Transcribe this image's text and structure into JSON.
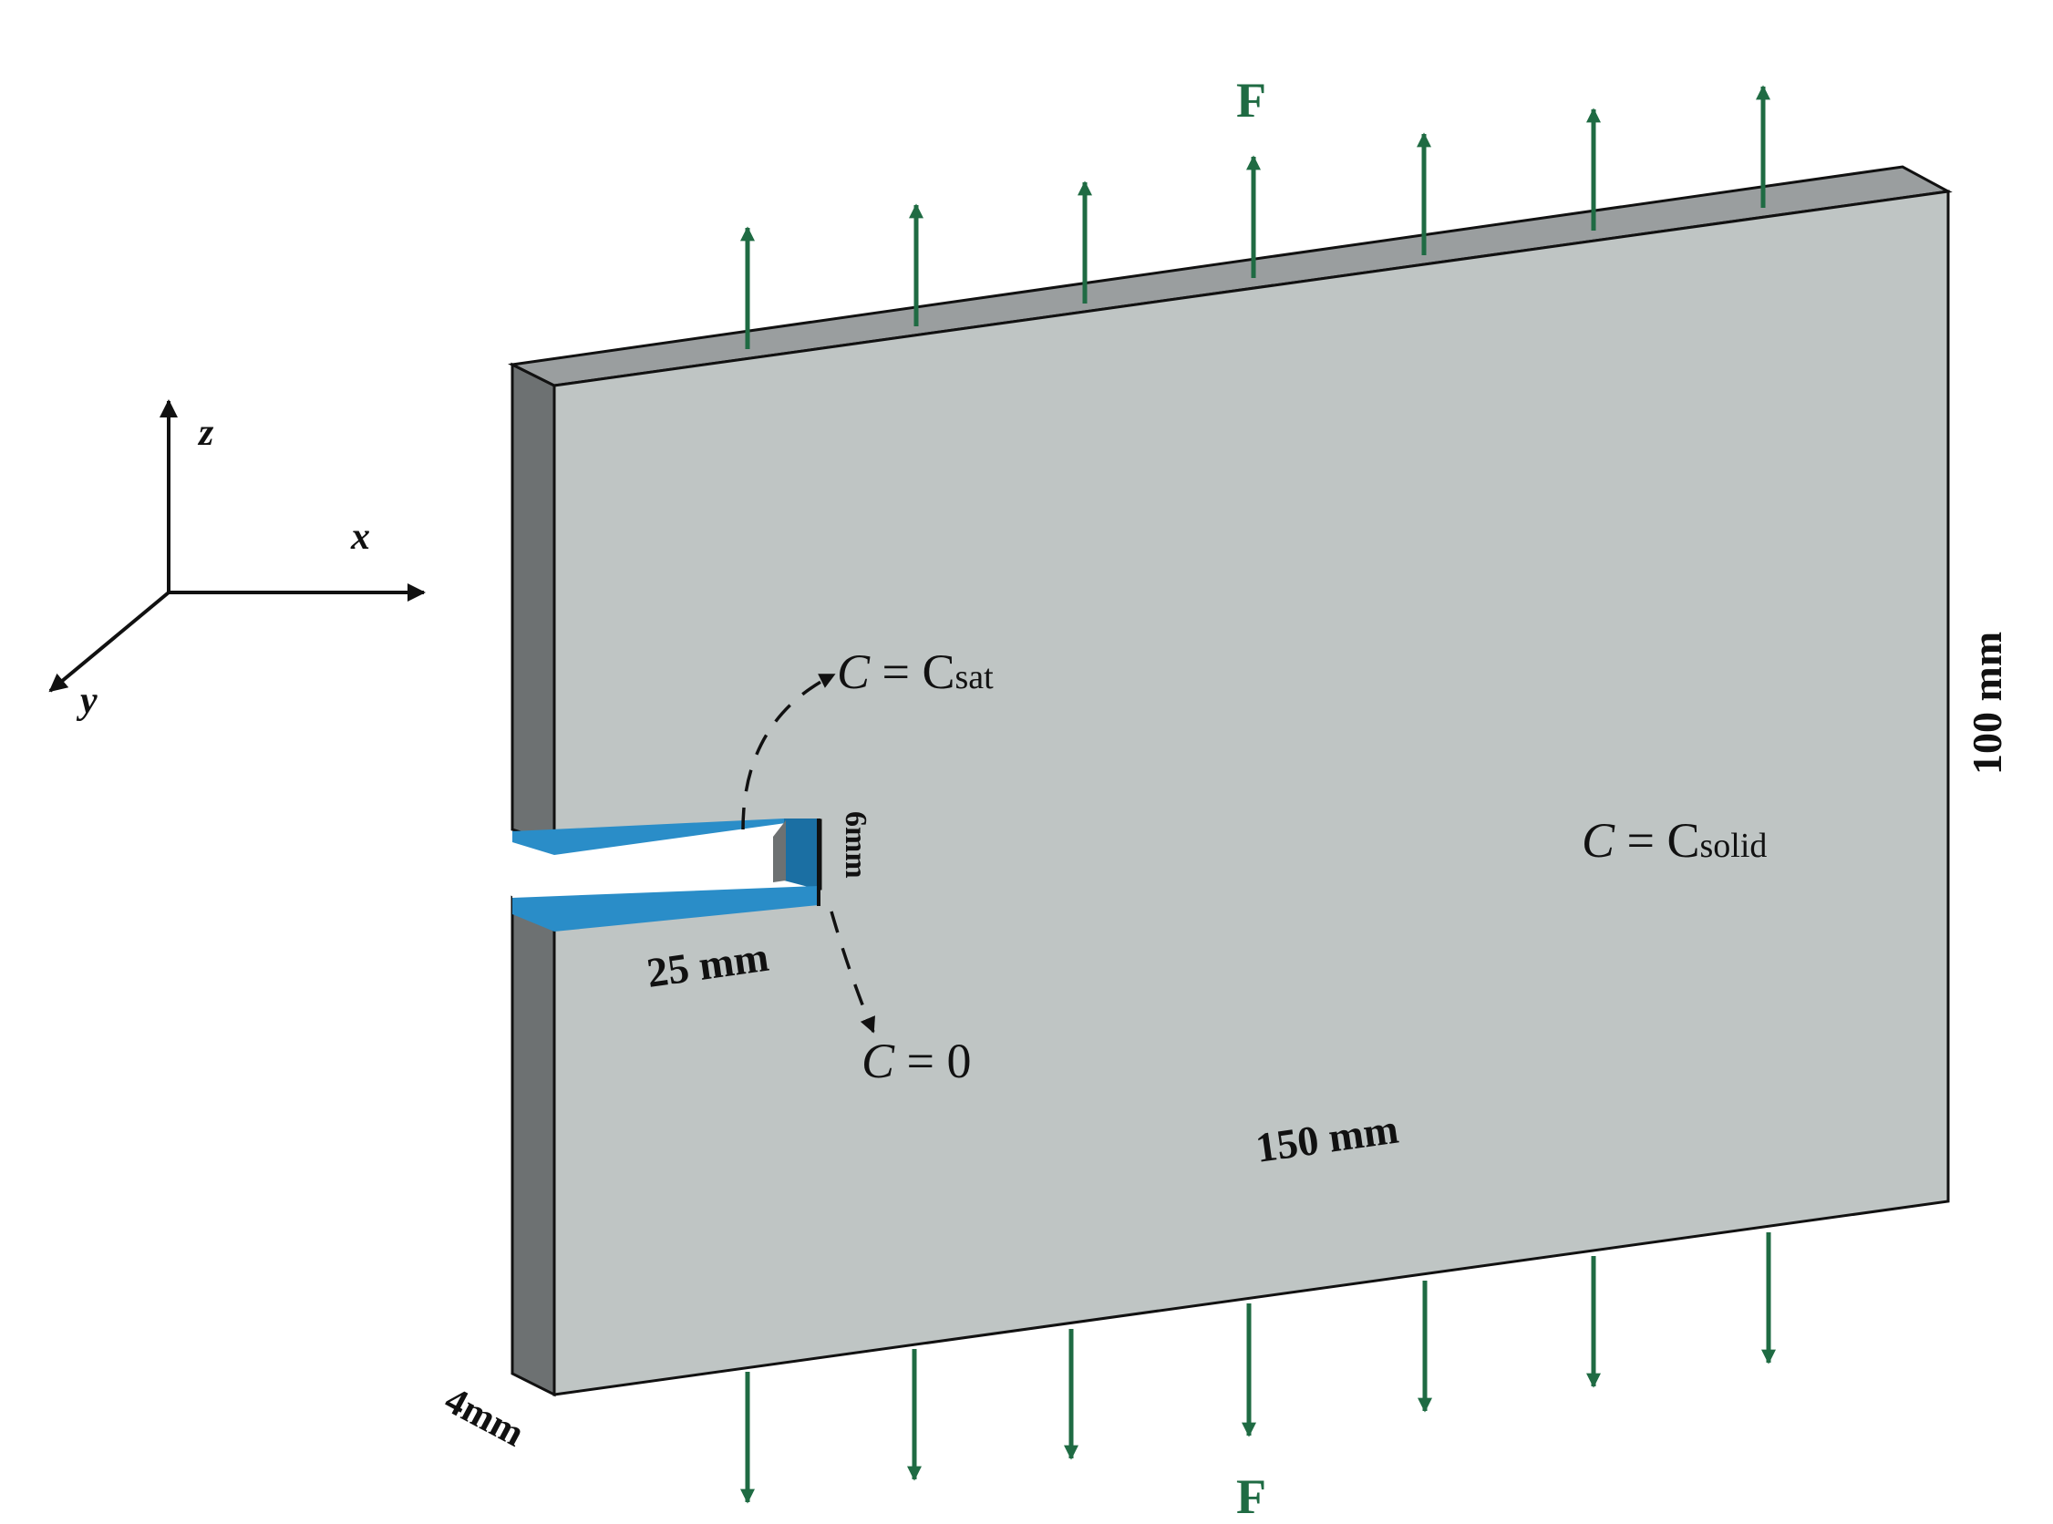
{
  "labels": {
    "force_top": "F",
    "force_bottom": "F",
    "axis_z": "z",
    "axis_x": "x",
    "axis_y": "y",
    "length": "150 mm",
    "height": "100 mm",
    "thickness": "4mm",
    "notch_length": "25 mm",
    "notch_width": "6mm"
  },
  "conditions": {
    "sat": {
      "lhs": "C",
      "eq": " = C",
      "sub": "sat"
    },
    "zero": {
      "lhs": "C",
      "eq": " = 0"
    },
    "solid": {
      "lhs": "C",
      "eq": " = C",
      "sub": "solid"
    }
  },
  "colors": {
    "plate_face": "#bfc5c4",
    "plate_side": "#6d7172",
    "plate_top": "#9a9e9f",
    "notch": "#2a8dc8",
    "arrow": "#1f6b43",
    "ink": "#111111"
  }
}
